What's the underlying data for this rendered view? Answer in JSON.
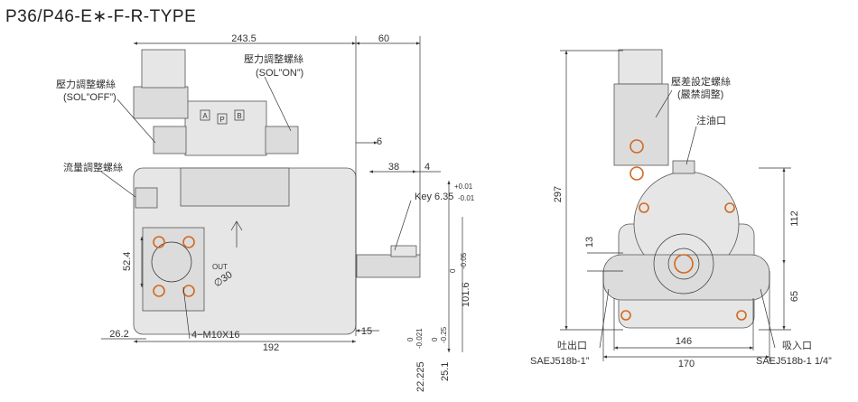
{
  "title": "P36/P46-E∗-F-R-TYPE",
  "side_view": {
    "dims": {
      "length_top": "243.5",
      "shaft_len": "60",
      "d6": "6",
      "d38": "38",
      "d4": "4",
      "key_tol_plus": "+0.01",
      "key_label": "Key 6.35",
      "key_tol_minus": "-0.01",
      "d52": "52.4",
      "d26": "26.2",
      "m10": "4−M10X16",
      "d30": "∅30",
      "d192": "192",
      "d15": "15",
      "shaft_dia": "101.6",
      "shaft_dia_tol_top": "0",
      "shaft_dia_tol_bot": "-0.05",
      "d22": "22.225",
      "d22_tol_top": "0",
      "d22_tol_bot": "-0.021",
      "d25": "25.1",
      "d25_tol_top": "0",
      "d25_tol_bot": "-0.25"
    },
    "valve_letters": [
      "A",
      "P",
      "B"
    ],
    "out_text": "OUT",
    "labels": {
      "pressure_off_title": "壓力調整螺絲",
      "pressure_off_sub": "(SOL”OFF”)",
      "pressure_on_title": "壓力調整螺絲",
      "pressure_on_sub": "(SOL”ON”)",
      "flow_adjust": "流量調整螺絲"
    }
  },
  "front_view": {
    "dims": {
      "height": "297",
      "d112": "112",
      "d13": "13",
      "d65": "65",
      "d146": "146",
      "d170": "170"
    },
    "labels": {
      "diff_title": "壓差設定螺絲",
      "diff_sub": "(嚴禁調整)",
      "oil_fill": "注油口",
      "discharge": "吐出口",
      "discharge_spec": "SAEJ518b-1”",
      "suction": "吸入口",
      "suction_spec": "SAEJ518b-1 1/4”"
    }
  }
}
